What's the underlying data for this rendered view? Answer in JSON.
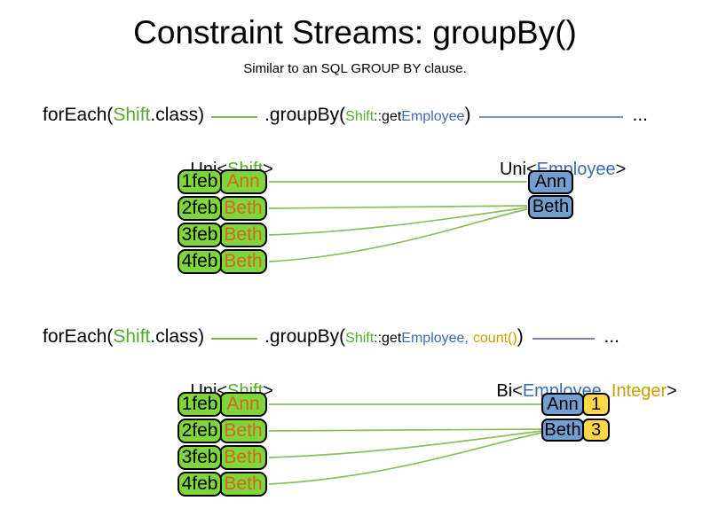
{
  "title": "Constraint Streams: groupBy()",
  "subtitle": "Similar to an SQL GROUP BY clause.",
  "colors": {
    "class_green_text": "#52ad2b",
    "employee_blue_text": "#3c6cb4",
    "integer_gold_text": "#c9a000",
    "employee_orange_text": "#d2691e",
    "shift_box_green": "#7ed63a",
    "employee_box_blue": "#729fcf",
    "count_box_yellow": "#fcd846",
    "connector_green": "#8cbe60",
    "connector_blue": "#7b96c4",
    "connector_purple": "#9279b6"
  },
  "section1": {
    "code": {
      "foreach_open": "forEach(",
      "foreach_class": "Shift",
      "foreach_close": ".class)",
      "groupby_open": ".groupBy(",
      "arg_class": "Shift",
      "arg_method": "::get",
      "arg_type": "Employee",
      "groupby_close": ")",
      "ellipsis": "..."
    },
    "left_label": {
      "open": "Uni<",
      "type": "Shift",
      "close": ">"
    },
    "right_label": {
      "open": "Uni<",
      "type": "Employee",
      "close": ">"
    },
    "shifts": [
      {
        "date": "1feb",
        "employee": "Ann"
      },
      {
        "date": "2feb",
        "employee": "Beth"
      },
      {
        "date": "3feb",
        "employee": "Beth"
      },
      {
        "date": "4feb",
        "employee": "Beth"
      }
    ],
    "groups": [
      {
        "employee": "Ann"
      },
      {
        "employee": "Beth"
      }
    ]
  },
  "section2": {
    "code": {
      "foreach_open": "forEach(",
      "foreach_class": "Shift",
      "foreach_close": ".class)",
      "groupby_open": ".groupBy(",
      "arg_class": "Shift",
      "arg_method": "::get",
      "arg_type": "Employee,",
      "arg_collector": "count()",
      "groupby_close": ")",
      "ellipsis": "..."
    },
    "left_label": {
      "open": "Uni<",
      "type": "Shift",
      "close": ">"
    },
    "right_label": {
      "open": "Bi<",
      "type1": "Employee",
      "separator": ", ",
      "type2": "Integer",
      "close": ">"
    },
    "shifts": [
      {
        "date": "1feb",
        "employee": "Ann"
      },
      {
        "date": "2feb",
        "employee": "Beth"
      },
      {
        "date": "3feb",
        "employee": "Beth"
      },
      {
        "date": "4feb",
        "employee": "Beth"
      }
    ],
    "groups": [
      {
        "employee": "Ann",
        "count": "1"
      },
      {
        "employee": "Beth",
        "count": "3"
      }
    ]
  }
}
